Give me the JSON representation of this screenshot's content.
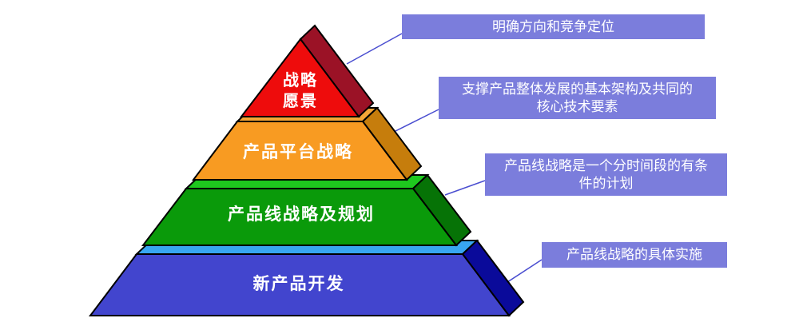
{
  "background": "#FFFFFF",
  "pyramid": {
    "outline_color": "#000000",
    "label_color": "#FFFFFF",
    "layers": [
      {
        "label": "战略愿景",
        "lines": [
          "战略",
          "愿景"
        ],
        "front_color": "#EE0C0C",
        "side_color": "#9B1226"
      },
      {
        "label": "产品平台战略",
        "front_color": "#F89B22",
        "side_color": "#C67D0C",
        "top_color": "#F5A637"
      },
      {
        "label": "产品线战略及规划",
        "front_color": "#0A9A0A",
        "side_color": "#067306",
        "top_color": "#1EC81E"
      },
      {
        "label": "新产品开发",
        "front_color": "#4245CE",
        "side_color": "#0A0A9A",
        "top_color": "#38A6F2"
      }
    ]
  },
  "callouts": {
    "bg_color": "#7B7DDC",
    "text_color": "#FFFFFF",
    "connector_color": "#4A4ED0",
    "items": [
      {
        "lines": [
          "明确方向和竞争定位"
        ]
      },
      {
        "lines": [
          "支撑产品整体发展的基本架构及共同的",
          "核心技术要素"
        ]
      },
      {
        "lines": [
          "产品线战略是一个分时间段的有条",
          "件的计划"
        ]
      },
      {
        "lines": [
          "产品线战略的具体实施"
        ]
      }
    ]
  }
}
